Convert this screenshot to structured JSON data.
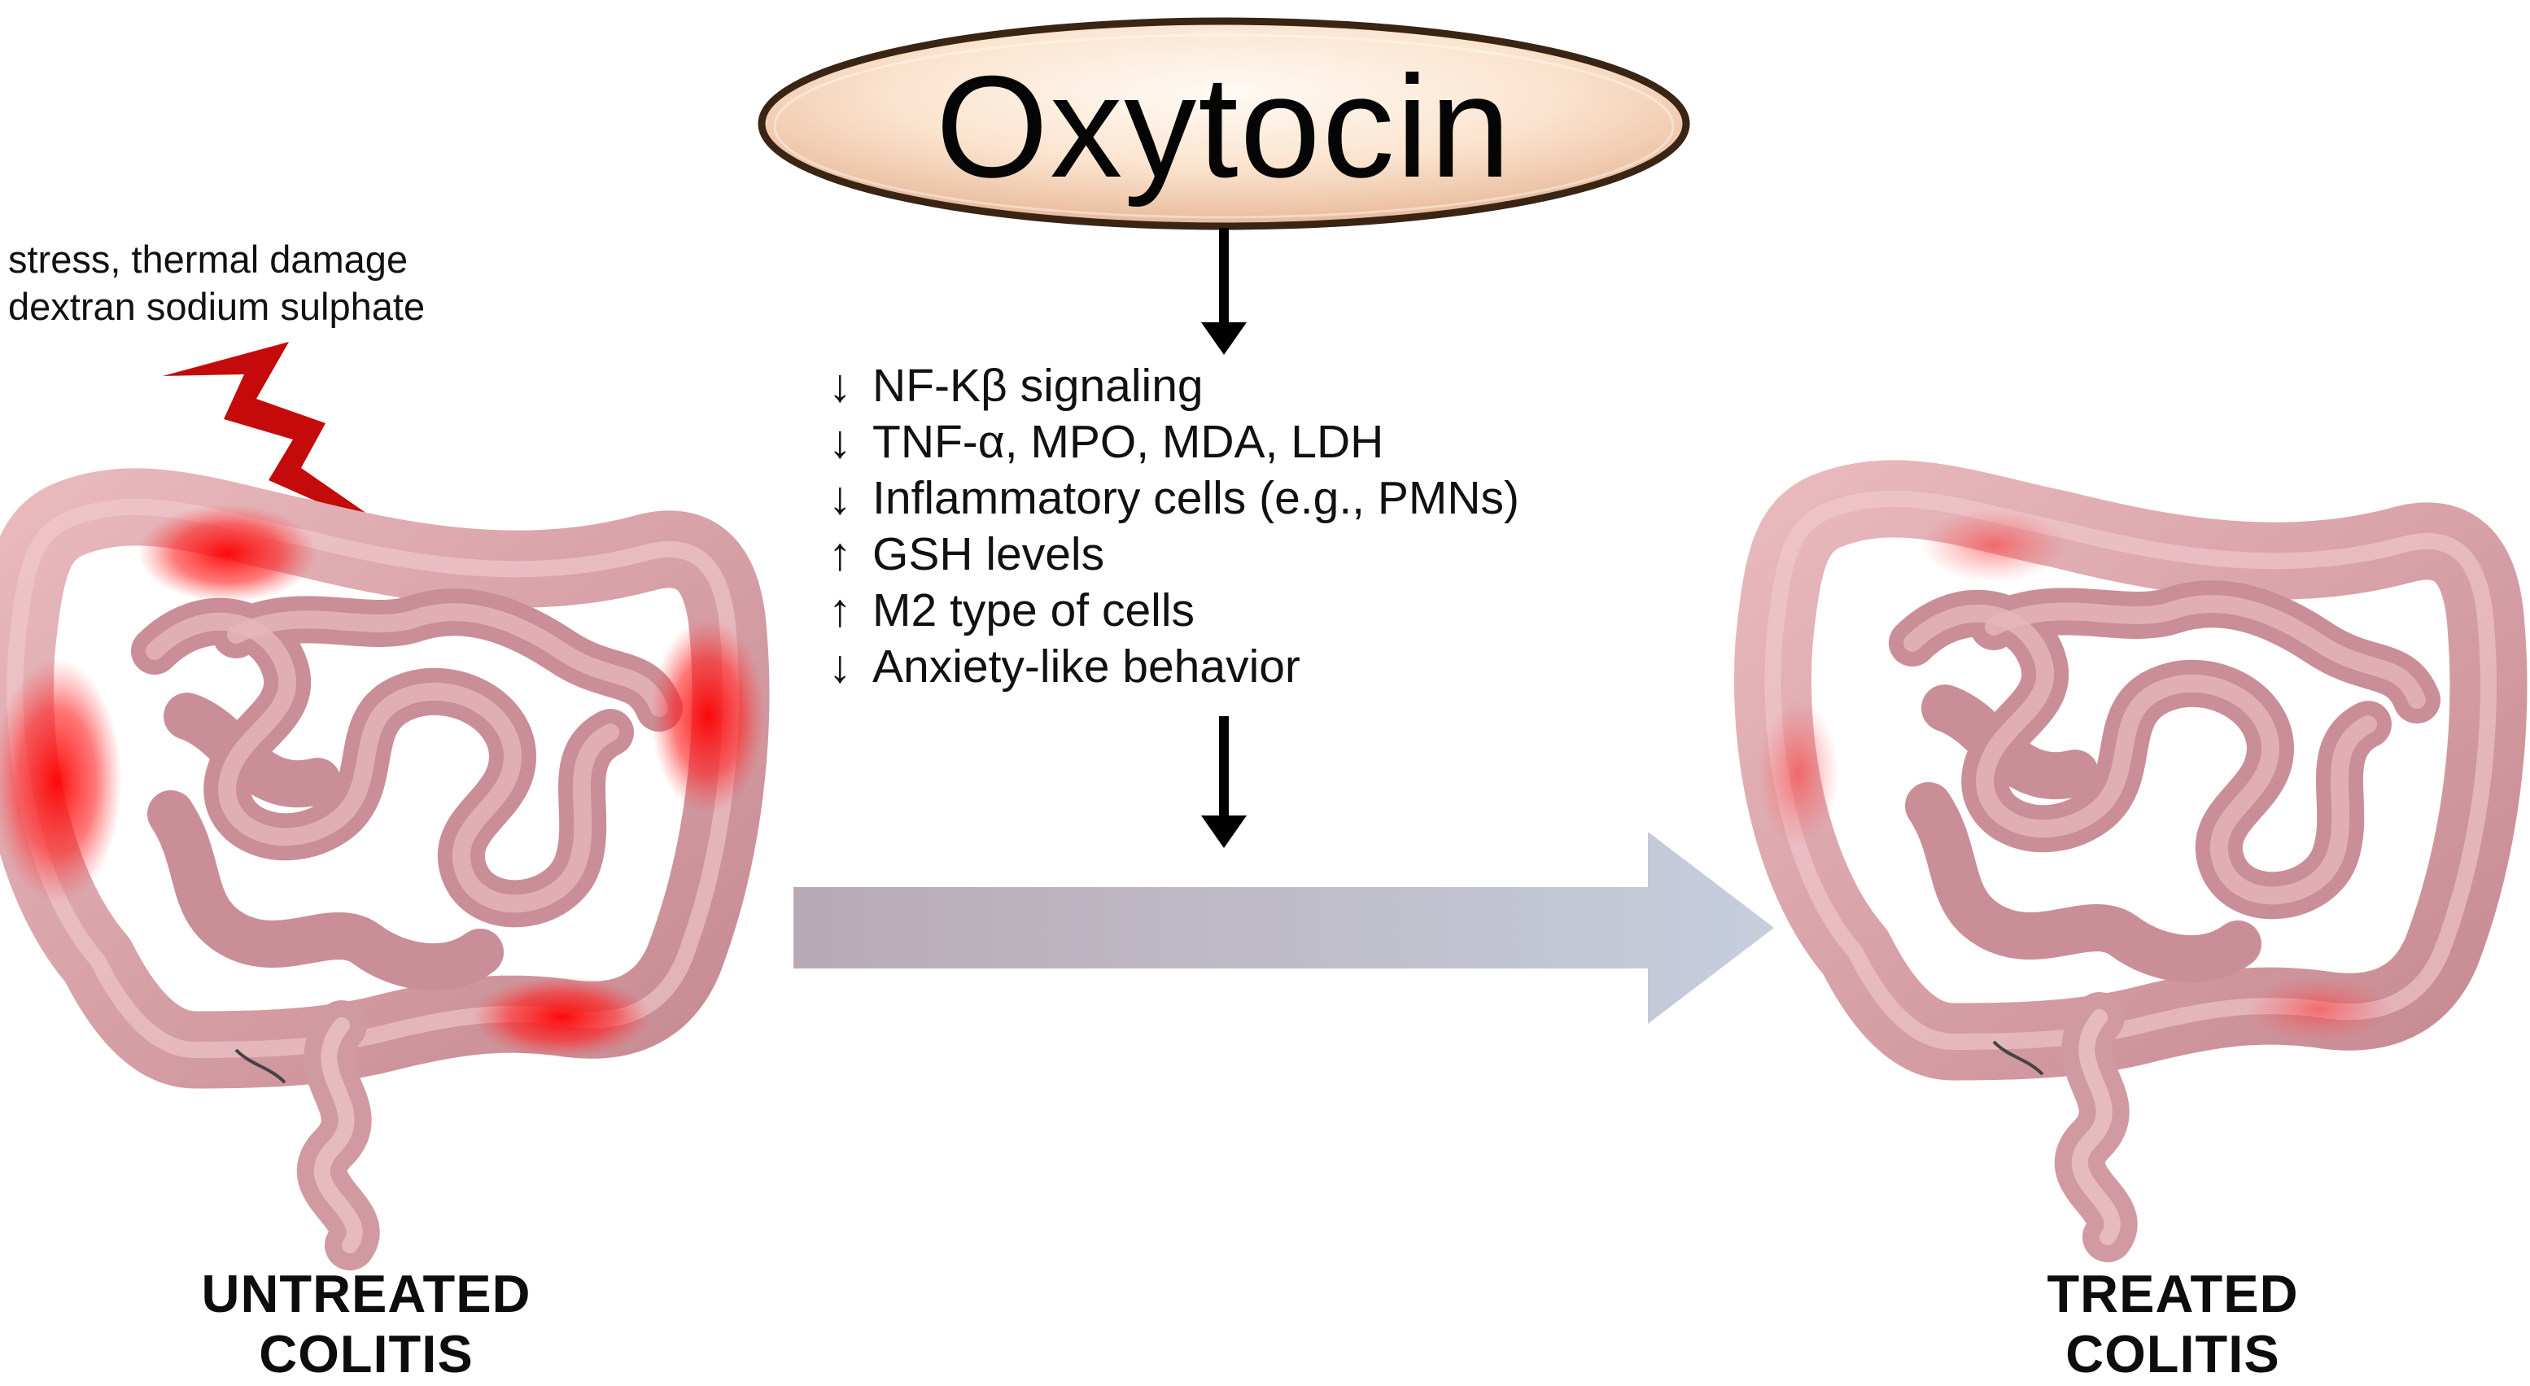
{
  "title": "Oxytocin",
  "stressors": [
    "stress, thermal damage",
    "dextran sodium sulphate"
  ],
  "effects": [
    {
      "arrow": "↓",
      "text": "NF-Kβ signaling"
    },
    {
      "arrow": "↓",
      "text": "TNF-α, MPO, MDA, LDH"
    },
    {
      "arrow": "↓",
      "text": "Inflammatory cells (e.g., PMNs)"
    },
    {
      "arrow": "↑",
      "text": "GSH levels"
    },
    {
      "arrow": "↑",
      "text": "M2 type of cells"
    },
    {
      "arrow": "↓",
      "text": "Anxiety-like behavior"
    }
  ],
  "captions": {
    "left": [
      "UNTREATED",
      "COLITIS"
    ],
    "right": [
      "TREATED",
      "COLITIS"
    ]
  },
  "icons": {
    "stressor": "lightning-bolt-icon",
    "organ": "intestine-illustration"
  },
  "colors": {
    "intestine": "#d9a0a6",
    "inflammation": "#ff1a1a",
    "bolt": "#c40a0a",
    "pill_fill": "#f8dcc4",
    "big_arrow": "#b9bdcc"
  }
}
